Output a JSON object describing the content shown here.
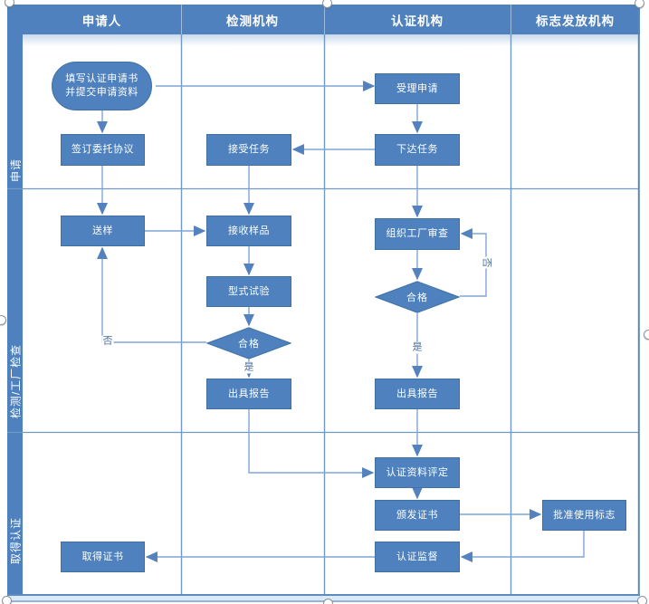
{
  "header": {
    "columns": [
      "申请人",
      "检测机构",
      "认证机构",
      "标志发放机构"
    ]
  },
  "lanes": [
    "申请",
    "检测/工厂检查",
    "取得认证"
  ],
  "nodes": {
    "fill_application": {
      "line1": "填写认证申请书",
      "line2": "并提交申请资料"
    },
    "sign_agreement": "签订委托协议",
    "send_sample": "送样",
    "obtain_certificate": "取得证书",
    "accept_task": "接受任务",
    "receive_sample": "接收样品",
    "type_test": "型式试验",
    "test_pass": "合格",
    "issue_report_test": "出具报告",
    "accept_application": "受理申请",
    "assign_task": "下达任务",
    "organize_factory_audit": "组织工厂审查",
    "audit_pass": "合格",
    "issue_report_audit": "出具报告",
    "evaluate_materials": "认证资料评定",
    "issue_certificate": "颁发证书",
    "certification_supervision": "认证监督",
    "approve_mark_use": "批准使用标志"
  },
  "edge_labels": {
    "test_no": "否",
    "test_yes": "是",
    "audit_no": "否",
    "audit_yes": "是"
  },
  "edges": [
    {
      "from": "fill_application",
      "to": "accept_application"
    },
    {
      "from": "fill_application",
      "to": "sign_agreement"
    },
    {
      "from": "accept_application",
      "to": "assign_task"
    },
    {
      "from": "assign_task",
      "to": "accept_task"
    },
    {
      "from": "sign_agreement",
      "to": "send_sample"
    },
    {
      "from": "accept_task",
      "to": "receive_sample"
    },
    {
      "from": "send_sample",
      "to": "receive_sample"
    },
    {
      "from": "receive_sample",
      "to": "type_test"
    },
    {
      "from": "type_test",
      "to": "test_pass"
    },
    {
      "from": "test_pass",
      "to": "send_sample",
      "label": "否"
    },
    {
      "from": "test_pass",
      "to": "issue_report_test",
      "label": "是"
    },
    {
      "from": "assign_task",
      "to": "organize_factory_audit"
    },
    {
      "from": "organize_factory_audit",
      "to": "audit_pass"
    },
    {
      "from": "audit_pass",
      "to": "organize_factory_audit",
      "label": "否"
    },
    {
      "from": "audit_pass",
      "to": "issue_report_audit",
      "label": "是"
    },
    {
      "from": "issue_report_audit",
      "to": "evaluate_materials"
    },
    {
      "from": "issue_report_test",
      "to": "evaluate_materials"
    },
    {
      "from": "evaluate_materials",
      "to": "issue_certificate"
    },
    {
      "from": "issue_certificate",
      "to": "approve_mark_use"
    },
    {
      "from": "approve_mark_use",
      "to": "certification_supervision"
    },
    {
      "from": "certification_supervision",
      "to": "obtain_certificate"
    }
  ],
  "colors": {
    "accent": "#4e81bd",
    "shape_border": "#3f72a3",
    "connector": "#7ea6d9",
    "arrowhead": "#5382bf",
    "grid_line": "#7099c4",
    "frame_border": "#5b87b5"
  }
}
